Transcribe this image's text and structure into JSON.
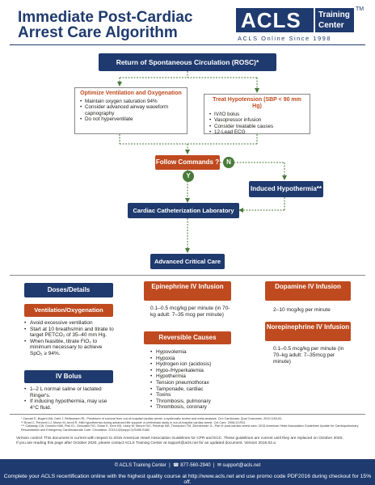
{
  "header": {
    "title": "Immediate Post-Cardiac Arrest Care Algorithm",
    "logo_main": "ACLS",
    "logo_sub": "Training Center",
    "logo_tm": "TM",
    "logo_tagline": "ACLS Online Since 1998"
  },
  "flow": {
    "rosc": "Return of Spontaneous Circulation (ROSC)*",
    "ventilation": {
      "title": "Optimize Ventilation and Oxygenation",
      "items": [
        "Maintain oxygen saturation 94%",
        "Consider advanced airway waveform capnography",
        "Do not hyperventilate"
      ]
    },
    "hypotension": {
      "title": "Treat Hypotension (SBP < 90 mm Hg)",
      "items": [
        "IV/IO bolus",
        "Vasopressor infusion",
        "Consider treatable causes",
        "12-Lead ECG"
      ]
    },
    "follow_commands": "Follow Commands ?",
    "yes": "Y",
    "no": "N",
    "hypothermia": "Induced Hypothermia**",
    "cath_lab": "Cardiac Catheterization Laboratory",
    "advanced_care": "Advanced Critical Care"
  },
  "panels": {
    "doses_title": "Doses/Details",
    "vent_title": "Ventilation/Oxygenation",
    "vent_items": [
      "Avoid excessive ventilation",
      "Start at 10 breaths/min and titrate to target PETCO₂ of 35–40 mm Hg.",
      "When feasible, titrate FiO₂ to minimum necessary to achieve SpO₂ ≥ 94%."
    ],
    "iv_title": "IV Bolus",
    "iv_items": [
      "1–2 L normal saline or lactated Ringer's.",
      "If inducing hypothermia, may use 4°C fluid."
    ],
    "epi_title": "Epinephrine IV Infusion",
    "epi_text": "0.1–0.5 mcg/kg per minute (in 70-kg adult: 7–35 mcg per minute)",
    "rev_title": "Reversible Causes",
    "rev_items": [
      "Hypovolemia",
      "Hypoxia",
      "Hydrogen ion (acidosis)",
      "Hypo-/Hyperkalemia",
      "Hypothermia",
      "Tension pneumothorax",
      "Tamponade, cardiac",
      "Toxins",
      "Thrombosis, pulmonary",
      "Thrombosis, coronary"
    ],
    "dopa_title": "Dopamine IV Infusion",
    "dopa_text": "2–10 mcg/kg per minute",
    "norepi_title": "Norepinephrine IV Infusion",
    "norepi_text": "0.1–0.5 mcg/kg per minute (in 70–kg adult: 7–35mcg per minute)"
  },
  "refs": [
    "* Zaccari E, Bugeni MA, Dahl J, Bellermann RL. Predictors of survival from out-of-hospital cardiac arrest: a systematic review and meta-analysis. Circ Cardiovasc Qual Outcomes. 2010;3:63-81.",
    "** Brust C, Perianni LJ, Morse M, Arnot R. Mild hypothermia during advanced life support: a preliminary study in out-of-hospital cardiac arrest. Crit Care. 2006;12:R31.",
    "*** Callaway CW, Donnino MW, Fink EL, Geocadin RG, Golan E, Kern KB, Leary M, Meurer WJ, Peberdy MA, Thompson TM, Zimmerman JL. Part 8: post-cardiac arrest care: 2015 American Heart Association Guidelines Update for Cardiopulmonary Resuscitation and Emergency Cardiovascular Care. Circulation. 2015;132(suppl 2):S465-S482."
  ],
  "notice": [
    "Version control: This document is current with respect to 2015 American Heart Association Guidelines for CPR and ECC. These guidelines are current until they are replaced on October 2020.",
    "If you are reading this page after October 2020, please contact ACLS Training Center at support@acls.net for an updated document. Version 2016.02.a"
  ],
  "footer": {
    "copyright": "© ACLS Training Center",
    "phone": "877-560-2940",
    "email": "support@acls.net",
    "promo": "Complete your ACLS recertification online with the highest quality course at http://www.acls.net and use promo code PDF2016 during checkout for 15% off."
  },
  "colors": {
    "navy": "#1f3a6e",
    "orange": "#bf4a1f",
    "green": "#4a7a3a"
  }
}
